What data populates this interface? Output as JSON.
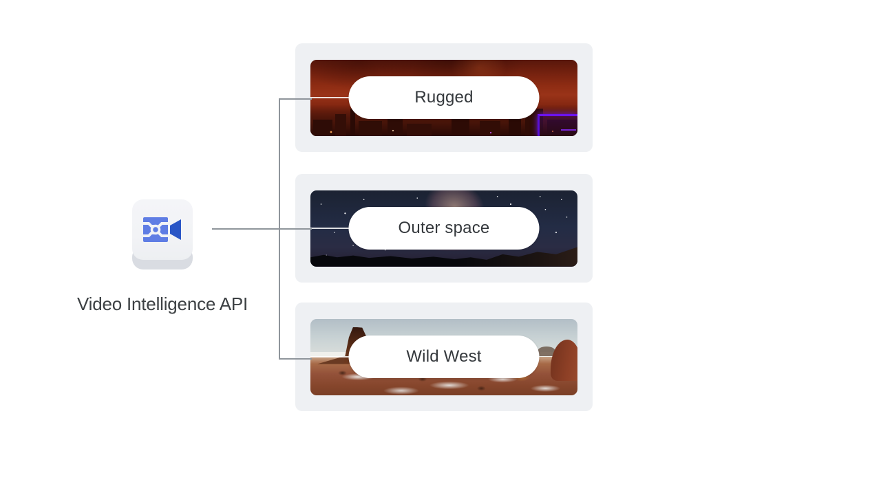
{
  "diagram": {
    "source": {
      "icon": "video-intelligence-api-icon",
      "label": "Video Intelligence API"
    },
    "cards": [
      {
        "label": "Rugged",
        "image_alt": "city skyline silhouette under a dark red dusk sky with a purple neon structure"
      },
      {
        "label": "Outer space",
        "image_alt": "starry night sky with milky way glow over black mountain silhouettes"
      },
      {
        "label": "Wild West",
        "image_alt": "desert butte and red rock formations with snow patches on the ground"
      }
    ],
    "colors": {
      "background": "#ffffff",
      "card_bg": "#eef0f3",
      "connector": "#8f959b",
      "pill_bg": "#ffffff",
      "pill_text": "#34383c",
      "label_text": "#3c4043",
      "icon_blue": "#5f7de4",
      "icon_blue_dark": "#2a56c6",
      "tile_face": "#f2f3f6",
      "tile_lip": "#d9dce2"
    }
  }
}
